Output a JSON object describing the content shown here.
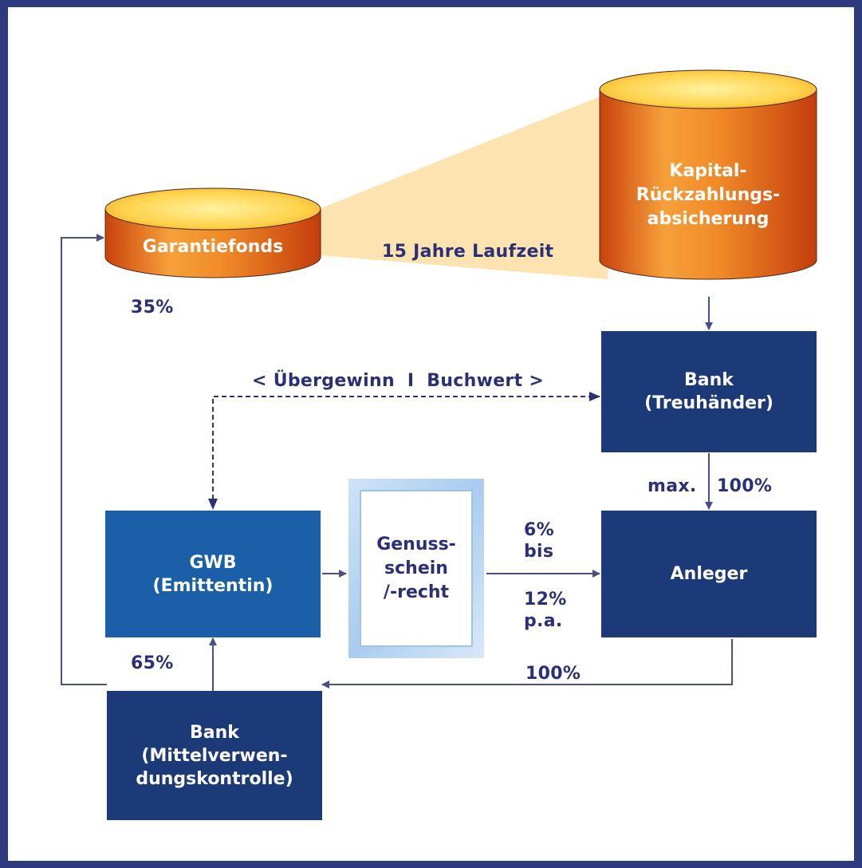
{
  "cylinders": {
    "garantiefonds": {
      "label": "Garantiefonds"
    },
    "kapital": {
      "lines": [
        "Kapital-",
        "Rückzahlungs-",
        "absicherung"
      ]
    }
  },
  "labels": {
    "laufzeit": "15 Jahre Laufzeit",
    "pct_35": "35%",
    "uebergewinn": "< Übergewinn  I  Buchwert >",
    "max": "max.",
    "pct_100_top": "100%",
    "pct_6": "6%",
    "bis": "bis",
    "pct_12": "12%",
    "pa": "p.a.",
    "pct_65": "65%",
    "pct_100_bottom": "100%"
  },
  "boxes": {
    "bank_treuhaender": [
      "Bank",
      "(Treuhänder)"
    ],
    "gwb": [
      "GWB",
      "(Emittentin)"
    ],
    "genussschein": [
      "Genuss-",
      "schein",
      "/-recht"
    ],
    "anleger": [
      "Anleger"
    ],
    "bank_mittel": [
      "Bank",
      "(Mittelverwen-",
      "dungskontrolle)"
    ]
  },
  "colors": {
    "background": "#2d3a80",
    "navy_box": "#1c3a78",
    "blue_box": "#1a5fa8",
    "text": "#2b2f76",
    "cylinder_orange": "#e8731f",
    "cylinder_top": "#ffd95a",
    "beam": "#fde3b0"
  }
}
